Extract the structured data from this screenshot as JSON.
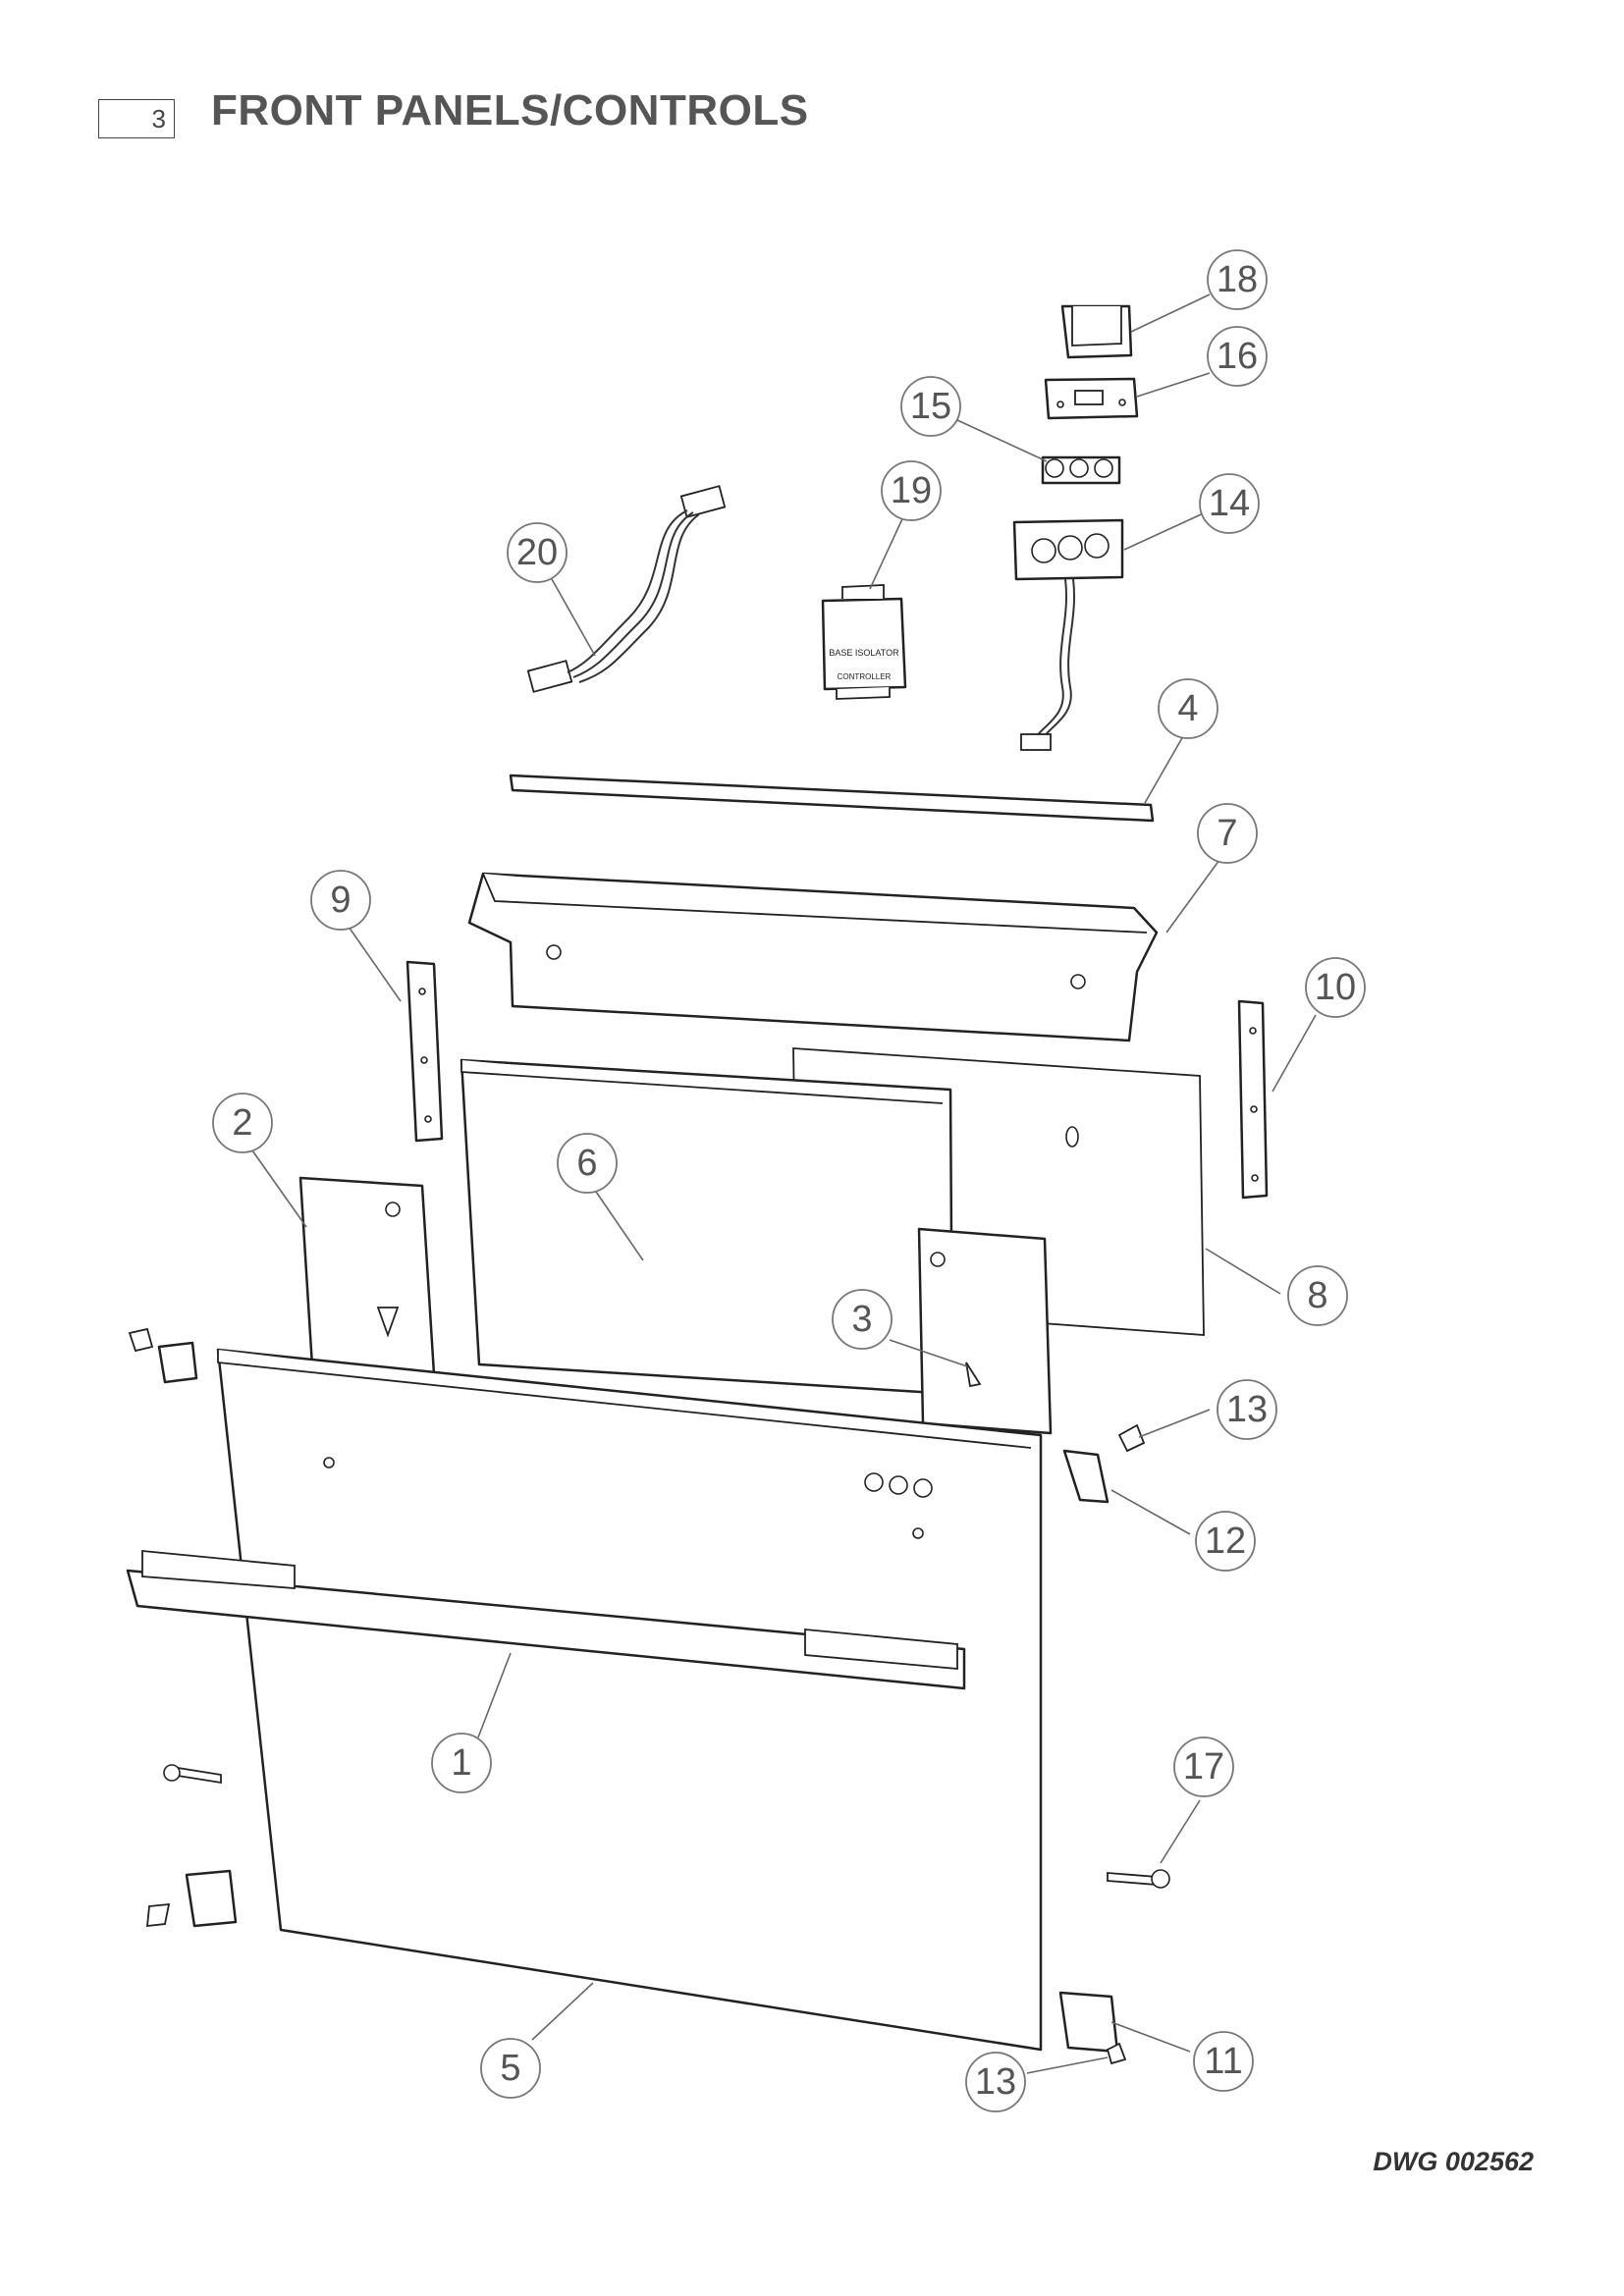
{
  "header": {
    "section_number": "3",
    "title": "FRONT PANELS/CONTROLS"
  },
  "footer": {
    "drawing_reference": "DWG 002562"
  },
  "callouts": [
    {
      "id": "18",
      "label": "18"
    },
    {
      "id": "16",
      "label": "16"
    },
    {
      "id": "15",
      "label": "15"
    },
    {
      "id": "19",
      "label": "19"
    },
    {
      "id": "14",
      "label": "14"
    },
    {
      "id": "20",
      "label": "20"
    },
    {
      "id": "4",
      "label": "4"
    },
    {
      "id": "7",
      "label": "7"
    },
    {
      "id": "9",
      "label": "9"
    },
    {
      "id": "10",
      "label": "10"
    },
    {
      "id": "2",
      "label": "2"
    },
    {
      "id": "6",
      "label": "6"
    },
    {
      "id": "8",
      "label": "8"
    },
    {
      "id": "3",
      "label": "3"
    },
    {
      "id": "13a",
      "label": "13"
    },
    {
      "id": "12",
      "label": "12"
    },
    {
      "id": "1",
      "label": "1"
    },
    {
      "id": "17",
      "label": "17"
    },
    {
      "id": "5",
      "label": "5"
    },
    {
      "id": "11",
      "label": "11"
    },
    {
      "id": "13b",
      "label": "13"
    }
  ],
  "isolator_text": {
    "line1": "BASE ISOLATOR",
    "line2": "CONTROLLER"
  },
  "colors": {
    "line": "#222222",
    "callout_text": "#555555",
    "title": "#555555"
  }
}
